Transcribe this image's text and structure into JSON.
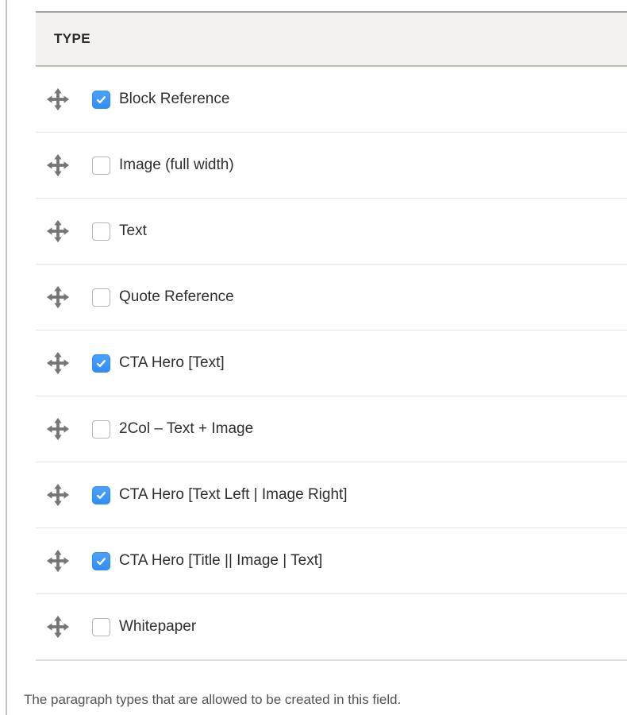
{
  "table": {
    "header": {
      "label": "TYPE"
    },
    "rows": [
      {
        "label": "Block Reference",
        "checked": true
      },
      {
        "label": "Image (full width)",
        "checked": false
      },
      {
        "label": "Text",
        "checked": false
      },
      {
        "label": "Quote Reference",
        "checked": false
      },
      {
        "label": "CTA Hero [Text]",
        "checked": true
      },
      {
        "label": "2Col – Text + Image",
        "checked": false
      },
      {
        "label": "CTA Hero [Text Left | Image Right]",
        "checked": true
      },
      {
        "label": "CTA Hero [Title || Image | Text]",
        "checked": true
      },
      {
        "label": "Whitepaper",
        "checked": false
      }
    ]
  },
  "description": {
    "text": "The paragraph types that are allowed to be created in this field."
  },
  "icons": {
    "drag_handle": "move-icon",
    "checked_mark": "checkmark-icon"
  },
  "colors": {
    "checkbox_checked_blue": "#3b99fc",
    "checkbox_unchecked_border": "#b5b5b5",
    "header_background": "#f3f2ee",
    "row_separator": "#e7e6e2",
    "page_left_border": "#c3c3c3",
    "row_text": "#2f2f2f",
    "description_text": "#545454",
    "drag_icon_gray": "#757575"
  }
}
